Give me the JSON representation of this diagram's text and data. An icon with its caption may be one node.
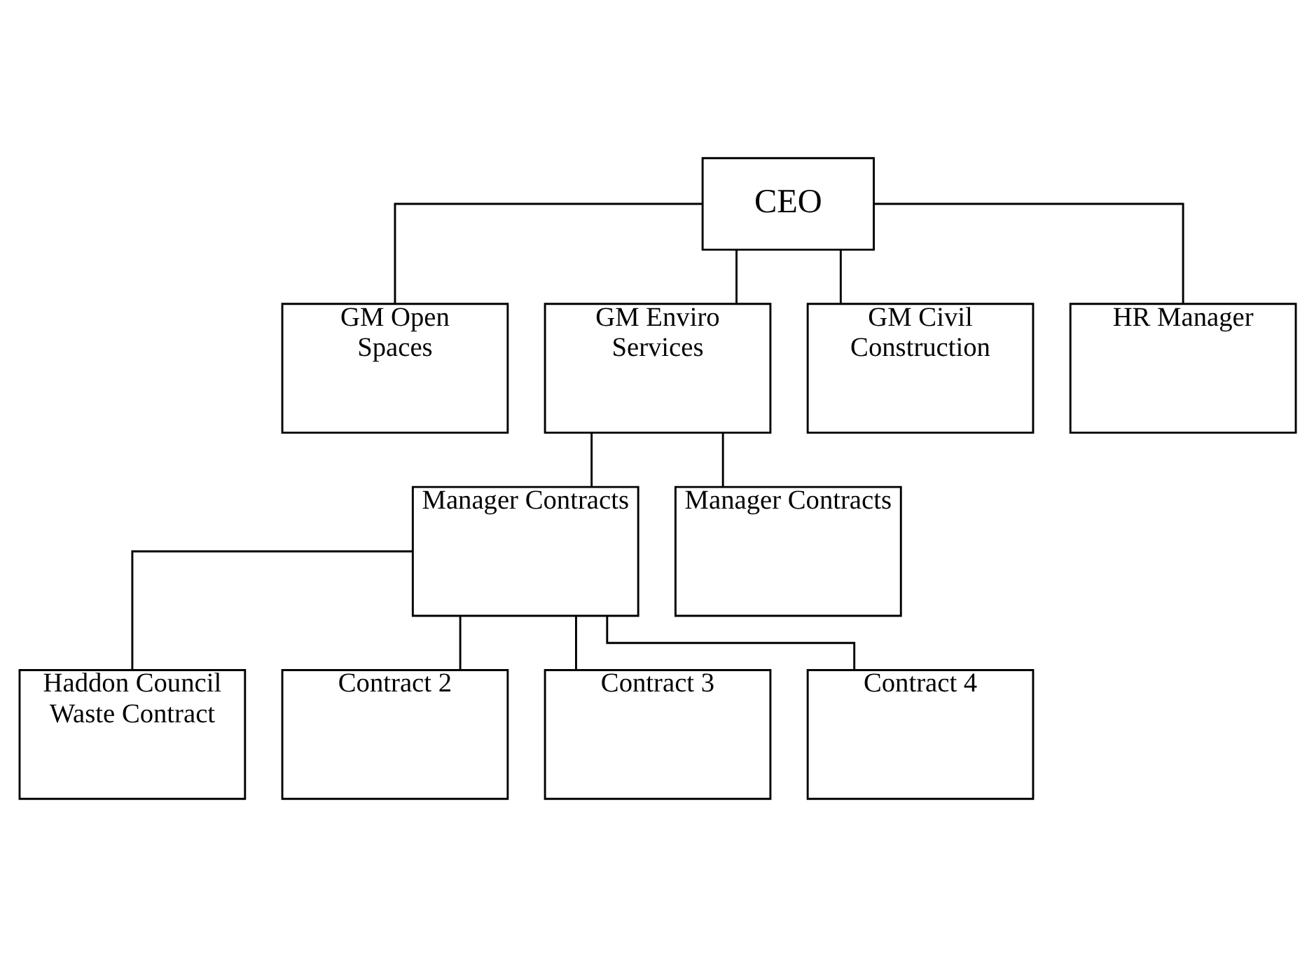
{
  "diagram": {
    "nodes": [
      {
        "text": [
          "CEO"
        ]
      },
      {
        "text": [
          "GM Open Spaces"
        ]
      },
      {
        "text": [
          "GM Enviro Services"
        ]
      },
      {
        "text": [
          "GM Civil Construction"
        ]
      },
      {
        "text": [
          "HR Manager"
        ]
      },
      {
        "text": [
          "Manager Contracts"
        ]
      },
      {
        "text": [
          "Manager Contracts"
        ]
      },
      {
        "text": [
          "Haddon Council Waste Contract"
        ]
      },
      {
        "text": [
          "Contract 2"
        ]
      },
      {
        "text": [
          "Contract 3"
        ]
      },
      {
        "text": [
          "Contract 4"
        ]
      }
    ],
    "edges": [
      {
        "from": 0,
        "to": 1,
        "arrow": "none"
      },
      {
        "from": 0,
        "to": 2,
        "arrow": "none"
      },
      {
        "from": 0,
        "to": 3,
        "arrow": "none"
      },
      {
        "from": 0,
        "to": 4,
        "arrow": "none"
      },
      {
        "from": 2,
        "to": 5,
        "arrow": "none"
      },
      {
        "from": 2,
        "to": 6,
        "arrow": "none"
      },
      {
        "from": 5,
        "to": 7,
        "arrow": "none"
      },
      {
        "from": 5,
        "to": 8,
        "arrow": "none"
      },
      {
        "from": 5,
        "to": 9,
        "arrow": "none"
      },
      {
        "from": 5,
        "to": 10,
        "arrow": "none"
      }
    ]
  }
}
